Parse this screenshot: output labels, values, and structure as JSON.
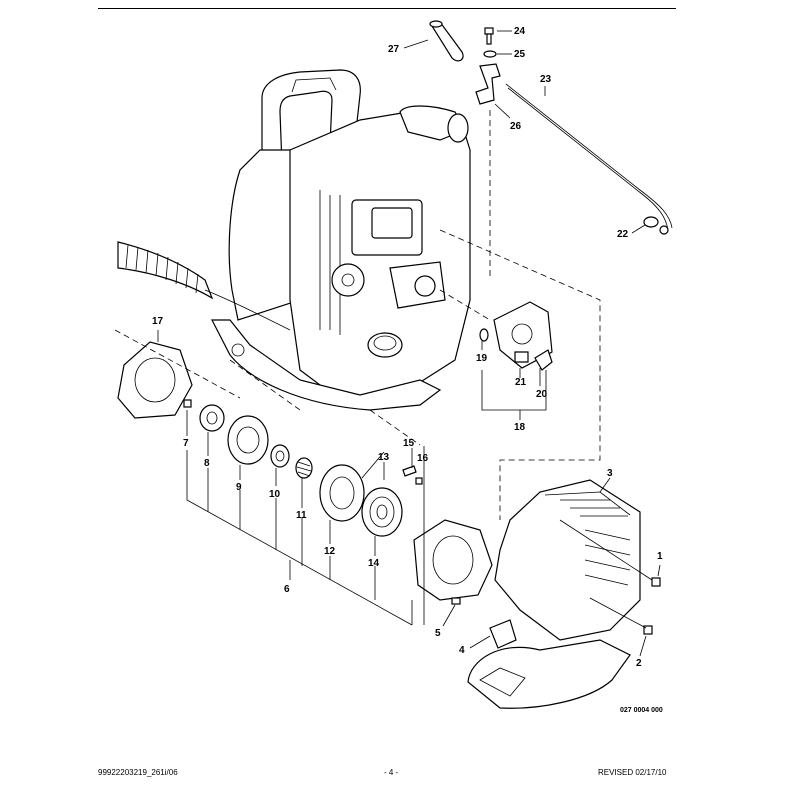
{
  "drawing_code": "027 0004 000",
  "footer": {
    "doc_id": "99922203219_261i/06",
    "page": "- 4 -",
    "revised": "REVISED 02/17/10"
  },
  "callouts": [
    "1",
    "2",
    "3",
    "4",
    "5",
    "6",
    "7",
    "8",
    "9",
    "10",
    "11",
    "12",
    "13",
    "14",
    "15",
    "16",
    "17",
    "18",
    "19",
    "20",
    "21",
    "22",
    "23",
    "24",
    "25",
    "26",
    "27"
  ]
}
